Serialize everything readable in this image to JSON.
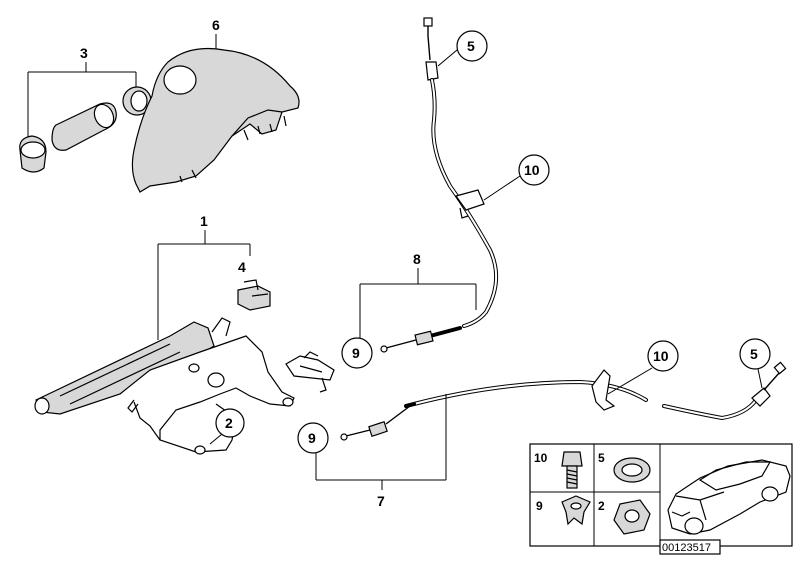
{
  "labels": {
    "p1": "1",
    "p2": "2",
    "p3": "3",
    "p4": "4",
    "p5a": "5",
    "p5b": "5",
    "p6": "6",
    "p7": "7",
    "p8": "8",
    "p9a": "9",
    "p9b": "9",
    "p10a": "10",
    "p10b": "10"
  },
  "legend": {
    "c10": "10",
    "c5": "5",
    "c9": "9",
    "c2": "2"
  },
  "diagram_id": "00123517"
}
